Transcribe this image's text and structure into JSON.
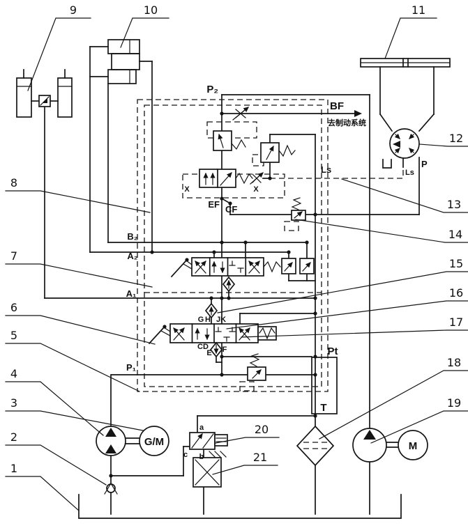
{
  "figure": {
    "kind": "hydraulic-steering-and-work-circuit-schematic",
    "background": "#ffffff",
    "line_color": "#141414"
  },
  "callouts": [
    "1",
    "2",
    "3",
    "4",
    "5",
    "6",
    "7",
    "8",
    "9",
    "10",
    "11",
    "12",
    "13",
    "14",
    "15",
    "16",
    "17",
    "18",
    "19",
    "20",
    "21"
  ],
  "ports": {
    "p2": "P₂",
    "bf": "BF",
    "brake_note": "去制动系统",
    "ls_main": "Ls",
    "ls_port": "Ls",
    "p_port": "P",
    "x_left": "X",
    "x_right": "X",
    "ef": "EF",
    "cf": "CF",
    "b2": "B₂",
    "a2": "A₂",
    "a1": "A₁",
    "p1": "P₁",
    "pt": "Pt",
    "t": "T"
  },
  "machines": {
    "pump_motor": "G/M",
    "motor": "M"
  },
  "valve20": {
    "a": "a",
    "b": "b",
    "c": "c"
  },
  "work_valve_ports": {
    "g": "G",
    "h": "H",
    "jk": "JK",
    "cd": "CD",
    "e": "E",
    "f": "F"
  }
}
